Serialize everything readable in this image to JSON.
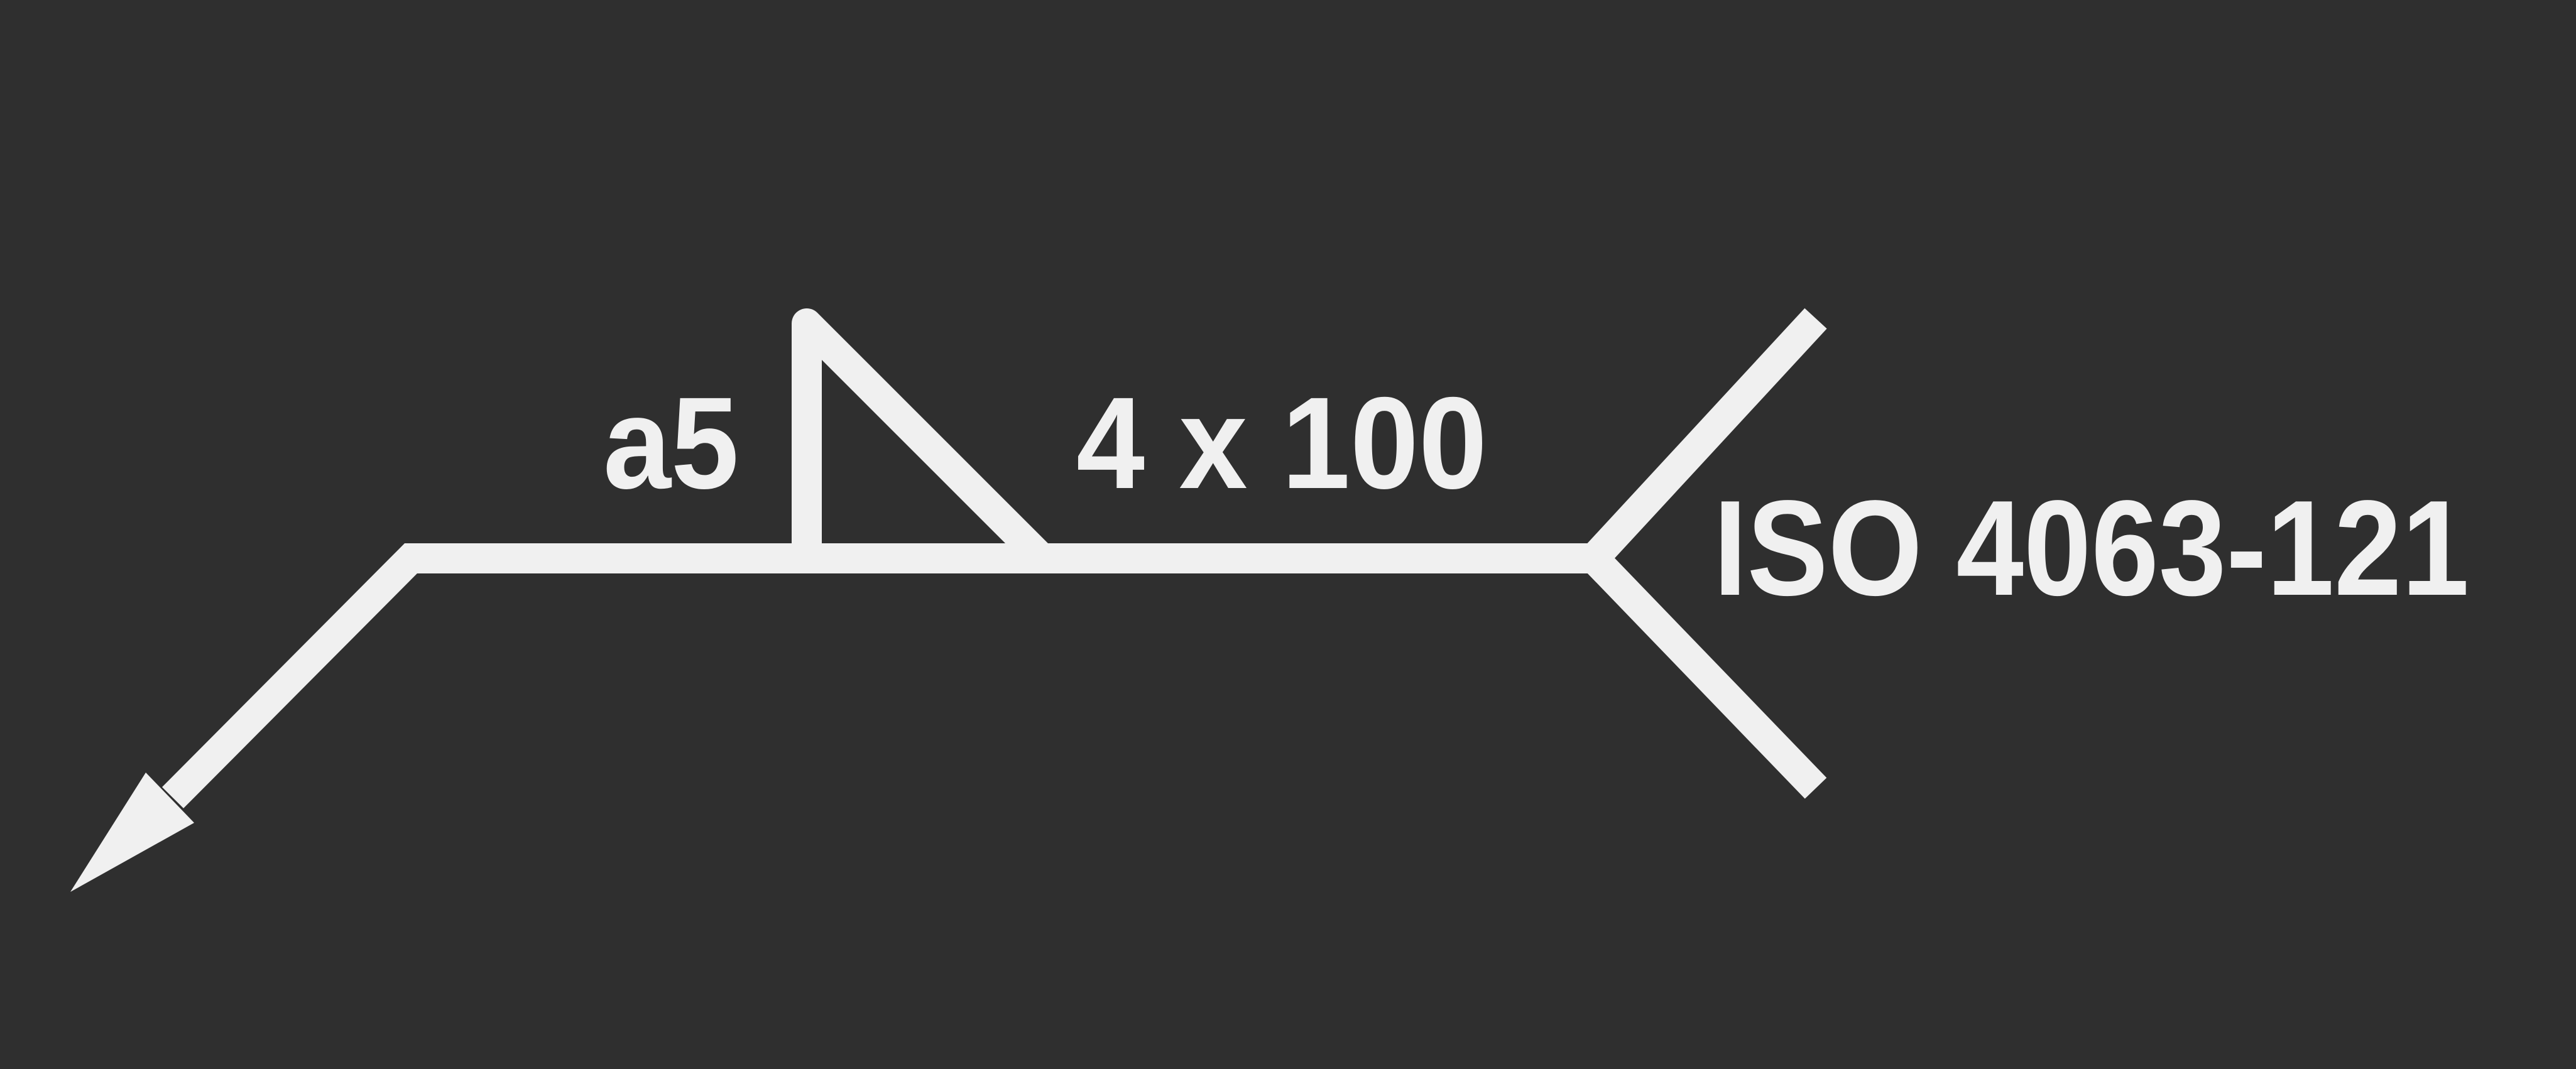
{
  "colors": {
    "background": "#2f2f2f",
    "foreground": "#f0f0f0"
  },
  "symbol": {
    "type": "fillet weld symbol",
    "throat_label": "a5",
    "length_label": "4 x 100",
    "process_label": "ISO 4063-121"
  }
}
